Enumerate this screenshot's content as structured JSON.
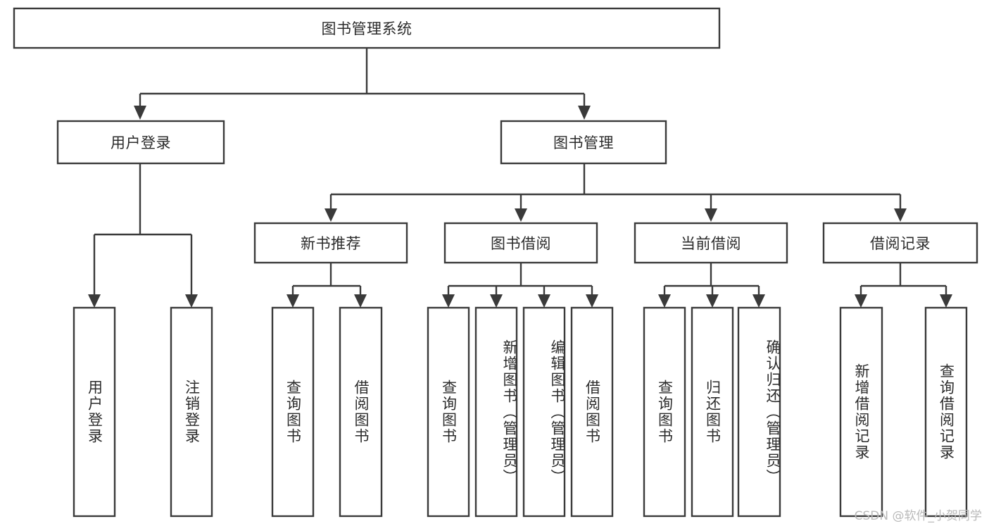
{
  "diagram": {
    "title": "图书管理系统",
    "type": "hierarchy-tree",
    "watermark": "CSDN @软件_小贺同学",
    "colors": {
      "stroke": "#3a3a3a",
      "box_fill": "#ffffff",
      "text": "#2b2b2b",
      "background": "#ffffff",
      "watermark": "#b9b9b9"
    },
    "root": {
      "label": "图书管理系统"
    },
    "level2": [
      {
        "label": "用户登录"
      },
      {
        "label": "图书管理"
      }
    ],
    "level3": [
      {
        "label": "新书推荐"
      },
      {
        "label": "图书借阅"
      },
      {
        "label": "当前借阅"
      },
      {
        "label": "借阅记录"
      }
    ],
    "leaves": {
      "user_login": [
        {
          "label": "用户登录"
        },
        {
          "label": "注销登录"
        }
      ],
      "new_book": [
        {
          "label": "查询图书"
        },
        {
          "label": "借阅图书"
        }
      ],
      "book_borrow": [
        {
          "label": "查询图书"
        },
        {
          "label": "新增图书（管理员）"
        },
        {
          "label": "编辑图书（管理员）"
        },
        {
          "label": "借阅图书"
        }
      ],
      "current_borrow": [
        {
          "label": "查询图书"
        },
        {
          "label": "归还图书"
        },
        {
          "label": "确认归还（管理员）"
        }
      ],
      "borrow_record": [
        {
          "label": "新增借阅记录"
        },
        {
          "label": "查询借阅记录"
        }
      ]
    }
  }
}
